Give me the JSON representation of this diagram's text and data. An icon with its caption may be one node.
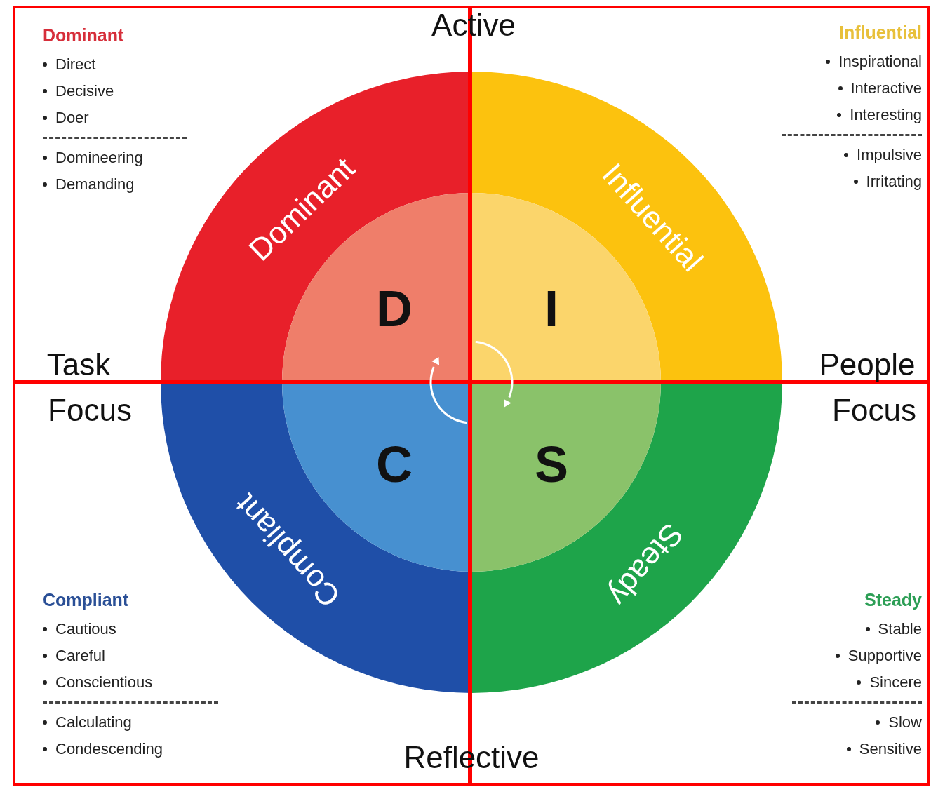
{
  "diagram": {
    "nodes": [
      {
        "text": [
          "Dominant",
          "Direct",
          "Decisive",
          "Doer",
          "Domineering",
          "Demanding"
        ]
      },
      {
        "text": [
          "Influential",
          "Inspirational",
          "Interactive",
          "Interesting",
          "Impulsive",
          "Irritating"
        ]
      },
      {
        "text": [
          "Compliant",
          "Cautious",
          "Careful",
          "Conscientious",
          "Calculating",
          "Condescending"
        ]
      },
      {
        "text": [
          "Steady",
          "Stable",
          "Supportive",
          "Sincere",
          "Slow",
          "Sensitive"
        ]
      }
    ],
    "labels": [
      "Active",
      "Dominant",
      "Influential",
      "D",
      "I",
      "Task",
      "People",
      "Focus",
      "Focus",
      "C",
      "S",
      "Compliant",
      "Steady",
      "Reflective"
    ]
  }
}
